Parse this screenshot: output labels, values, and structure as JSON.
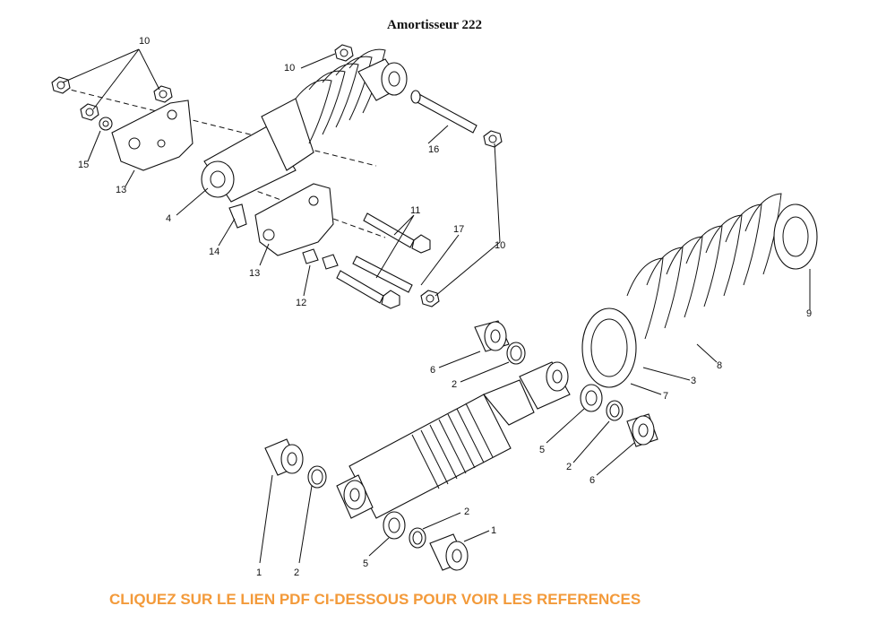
{
  "title": "Amortisseur 222",
  "footer": "CLIQUEZ SUR LE LIEN PDF CI-DESSOUS POUR VOIR LES REFERENCES",
  "callouts": {
    "c10a": "10",
    "c10b": "10",
    "c10c": "10",
    "c15": "15",
    "c13a": "13",
    "c4": "4",
    "c16": "16",
    "c11": "11",
    "c17": "17",
    "c14": "14",
    "c13b": "13",
    "c12": "12",
    "c9": "9",
    "c8": "8",
    "c3": "3",
    "c7": "7",
    "c6a": "6",
    "c2a": "2",
    "c5a": "5",
    "c2b": "2",
    "c6b": "6",
    "c2c": "2",
    "c1a": "1",
    "c1b": "1",
    "c2d": "2",
    "c5b": "5"
  },
  "colors": {
    "footer": "#f39a3a",
    "lines": "#111111"
  }
}
